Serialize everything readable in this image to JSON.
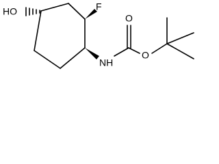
{
  "molecule": {
    "labels": {
      "hydroxyl": "HO",
      "fluorine": "F",
      "amine": "NH",
      "carbonyl_oxygen": "O",
      "ester_oxygen": "O"
    },
    "colors": {
      "bond": "#000000",
      "background": "#ffffff"
    }
  }
}
